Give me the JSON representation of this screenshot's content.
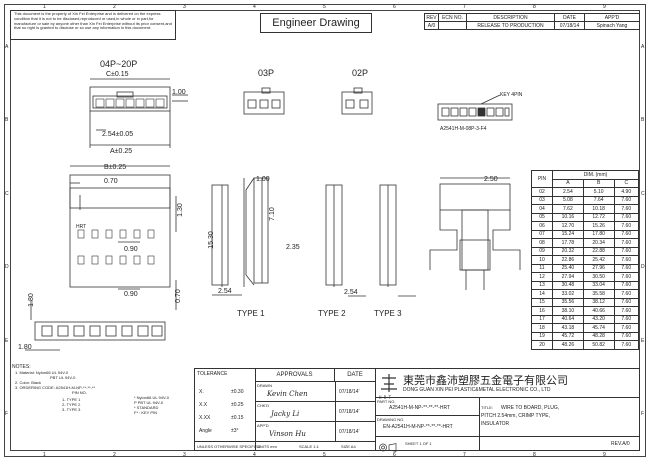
{
  "drawing_title": "Engineer Drawing",
  "notice_text": "This document is the property of Xin Fei Enterprise and is delivered on the express condition that it is not to be disclosed,reproduced or used,in whole or in part,for manufacture or sale by anyone other than Xin Fei Enterprise without its prior consent,and that no right is granted to disclose or so use any information in this document.",
  "grid": {
    "columns": [
      "1",
      "2",
      "3",
      "4",
      "5",
      "6",
      "7",
      "8",
      "9"
    ],
    "rows": [
      "A",
      "B",
      "C",
      "D",
      "E",
      "F"
    ]
  },
  "revision": {
    "headers": [
      "REV",
      "ECN NO.",
      "DESCRIPTION",
      "DATE",
      "APP'D"
    ],
    "row": [
      "A/0",
      "",
      "RELEASE TO PRODUCTION",
      "07/18/14",
      "Spinach Yang"
    ]
  },
  "views": {
    "label_04p20p": "04P~20P",
    "label_03p": "03P",
    "label_02p": "02P",
    "key_label": "KEY 4PIN",
    "part_label": "A2541H-M-08P-3-F4",
    "type1": "TYPE 1",
    "type2": "TYPE 2",
    "type3": "TYPE 3",
    "hrt": "HRT"
  },
  "dims": {
    "c015": "C±0.15",
    "d100a": "1.00",
    "d254": "2.54±0.05",
    "a025": "A±0.25",
    "b025": "B±0.25",
    "d070a": "0.70",
    "d130": "1.30",
    "d090a": "0.90",
    "d090b": "0.90",
    "d070b": "0.70",
    "d100b": "1.00",
    "d1530": "15.30",
    "d710": "7.10",
    "d235": "2.35",
    "d254b": "2.54",
    "d254c": "2.54",
    "d250": "2.50",
    "d180a": "1.80",
    "d180b": "1.80"
  },
  "dim_table": {
    "title": "DIM. (mm)",
    "headers": [
      "PIN",
      "A",
      "B",
      "C"
    ],
    "rows": [
      [
        "02",
        "2.54",
        "5.10",
        "4.90"
      ],
      [
        "03",
        "5.08",
        "7.64",
        "7.60"
      ],
      [
        "04",
        "7.62",
        "10.18",
        "7.60"
      ],
      [
        "05",
        "10.16",
        "12.72",
        "7.60"
      ],
      [
        "06",
        "12.70",
        "15.26",
        "7.60"
      ],
      [
        "07",
        "15.24",
        "17.80",
        "7.60"
      ],
      [
        "08",
        "17.78",
        "20.34",
        "7.60"
      ],
      [
        "09",
        "20.32",
        "22.88",
        "7.60"
      ],
      [
        "10",
        "22.86",
        "25.42",
        "7.60"
      ],
      [
        "11",
        "25.40",
        "27.96",
        "7.60"
      ],
      [
        "12",
        "27.94",
        "30.50",
        "7.60"
      ],
      [
        "13",
        "30.48",
        "33.04",
        "7.60"
      ],
      [
        "14",
        "33.02",
        "35.58",
        "7.60"
      ],
      [
        "15",
        "35.56",
        "38.12",
        "7.60"
      ],
      [
        "16",
        "38.10",
        "40.66",
        "7.60"
      ],
      [
        "17",
        "40.64",
        "43.20",
        "7.60"
      ],
      [
        "18",
        "43.18",
        "45.74",
        "7.60"
      ],
      [
        "19",
        "45.72",
        "48.28",
        "7.60"
      ],
      [
        "20",
        "48.26",
        "50.82",
        "7.60"
      ]
    ]
  },
  "notes": {
    "title": "NOTES:",
    "lines": [
      "1. Material: Nylon66 UL 94V-0",
      "PBT UL 94V-0",
      "2. Color: Black",
      "3. ORDERING CODE: A2541H-M-NP-**-**-**",
      "PIN NO.",
      "* Nylon66 UL 94V-0",
      "P PBT UL 94V-0",
      "* STANDARD",
      "F* : KEY PIN",
      "1- TYPE 1",
      "2- TYPE 2",
      "3- TYPE 3"
    ]
  },
  "title_block": {
    "tolerance_label": "TOLERANCE",
    "tolerances": [
      [
        "X.",
        "±0.30"
      ],
      [
        "X.X",
        "±0.25"
      ],
      [
        "X.XX",
        "±0.15"
      ],
      [
        "Angle",
        "±3°"
      ]
    ],
    "unless": "UNLESS OTHERWISE SPECIFIED",
    "approvals_label": "APPROVALS",
    "date_label": "DATE",
    "drawn_label": "DRAWN",
    "drawn_name": "Kevin Chen",
    "drawn_date": "07/18/14'",
    "chkd_label": "CHK'D",
    "chkd_name": "Jacky Li",
    "chkd_date": "07/18/14'",
    "appd_label": "APP'D",
    "appd_name": "Vinson Hu",
    "appd_date": "07/18/14'",
    "units": "UNITS  mm",
    "scale": "SCALE   1:1",
    "size": "SIZE  A4",
    "company_cn": "東莞市鑫沛塑膠五金電子有限公司",
    "company_en": "DONG GUAN XIN PEI PLASTIC&METAL ELECTRONIC CO., LTD",
    "logo_text": "H R T",
    "part_no_label": "PART NO.",
    "part_no": "A2541H-M-NP-**-**-**-HRT",
    "title_label": "TITLE:",
    "title_lines": [
      "WIRE TO BOARD, PLUG,",
      "PITCH 2.54mm, CRIMP TYPE,",
      "INSULATOR"
    ],
    "drawing_no_label": "DRAWING NO.",
    "drawing_no": "EN-A2541H-M-NP-**-**-**-HRT",
    "sheet": "SHEET    1    OF    1",
    "rev": "REV.A/0"
  }
}
